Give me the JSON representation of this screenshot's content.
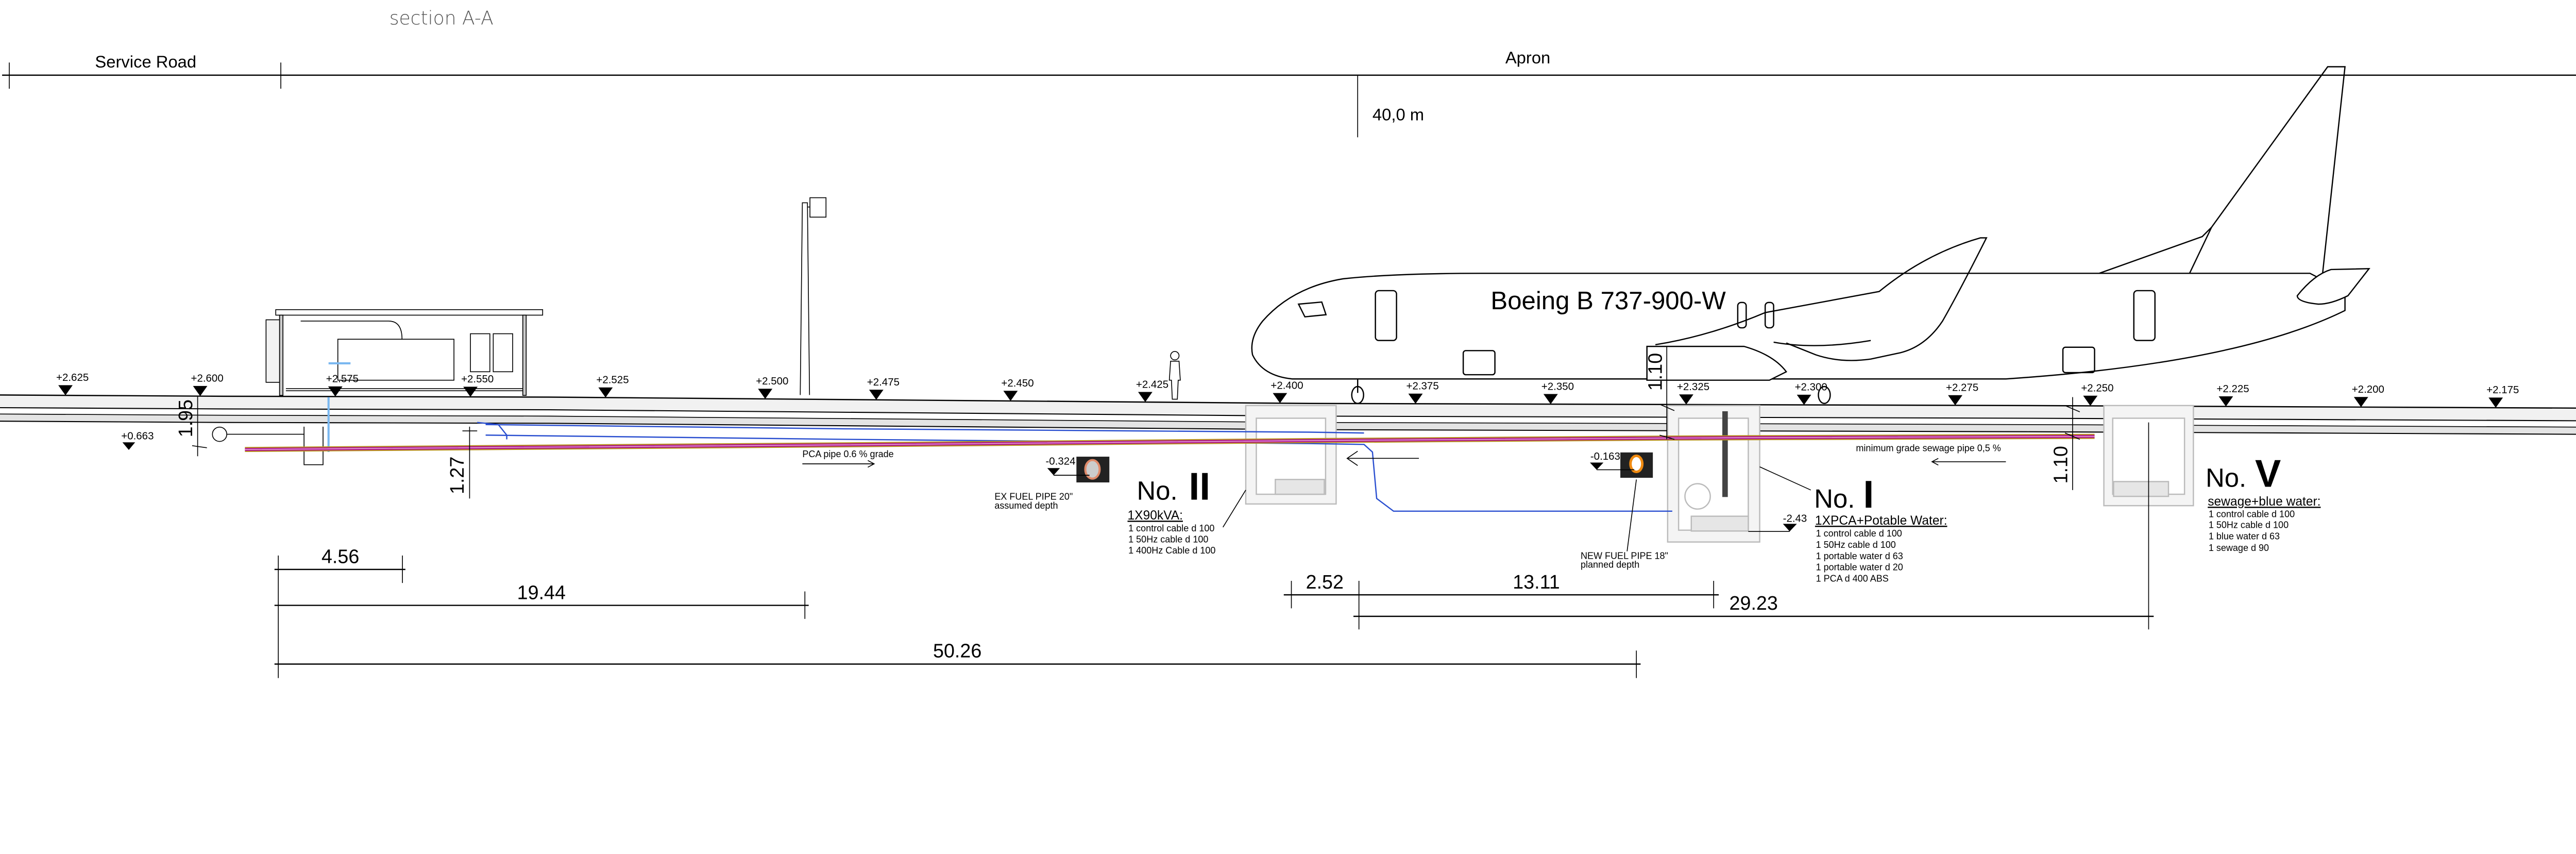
{
  "section_title": "section A-A",
  "zones": {
    "service_road": "Service Road",
    "apron": "Apron",
    "apron_height": "40,0 m"
  },
  "aircraft_label": "Boeing B 737-900-W",
  "elevations": [
    "+2.625",
    "+2.600",
    "+2.575",
    "+2.550",
    "+2.525",
    "+2.500",
    "+2.475",
    "+2.450",
    "+2.425",
    "+2.400",
    "+2.375",
    "+2.350",
    "+2.325",
    "+2.300",
    "+2.275",
    "+2.250",
    "+2.225",
    "+2.200",
    "+2.175"
  ],
  "low_elevation": "+0.663",
  "pipe_notes": {
    "pca_grade": "PCA pipe 0.6 % grade",
    "sewage_grade": "minimum grade sewage pipe 0,5 %",
    "ex_fuel": {
      "depth": "-0.324",
      "line1": "EX FUEL PIPE 20\"",
      "line2": "assumed depth"
    },
    "new_fuel": {
      "depth": "-0.163",
      "line1": "NEW FUEL PIPE 18\"",
      "line2": "planned depth"
    }
  },
  "pits": {
    "no2": {
      "prefix": "No.",
      "numeral": "II",
      "title": "1X90kVA:",
      "items": [
        "1 control cable d 100",
        "1 50Hz cable d 100",
        "1 400Hz Cable d 100"
      ]
    },
    "no1": {
      "prefix": "No.",
      "numeral": "I",
      "depth": "-2.43",
      "title": "1XPCA+Potable Water:",
      "items": [
        "1 control cable d 100",
        "1 50Hz cable d 100",
        "1 portable water d 63",
        "1 portable water d 20",
        "1 PCA d 400 ABS"
      ]
    },
    "no5": {
      "prefix": "No.",
      "numeral": "V",
      "title": "sewage+blue water:",
      "items": [
        "1 control cable d 100",
        "1 50Hz cable d 100",
        "1 blue water d 63",
        "1 sewage d 90"
      ]
    }
  },
  "vertical_dims": {
    "d195": "1.95",
    "d127": "1.27",
    "d110a": "1.10",
    "d110b": "1.10"
  },
  "horizontal_dims": {
    "d456": "4.56",
    "d1944": "19.44",
    "d5026": "50.26",
    "d252": "2.52",
    "d1311": "13.11",
    "d2923": "29.23"
  },
  "colors": {
    "cable_magenta": "#b0188f",
    "cable_gold": "#b8901e",
    "pca_blue": "#2a4fd0",
    "fuel_ring_ex": "#e08a6a",
    "fuel_ring_new": "#f08a10"
  }
}
